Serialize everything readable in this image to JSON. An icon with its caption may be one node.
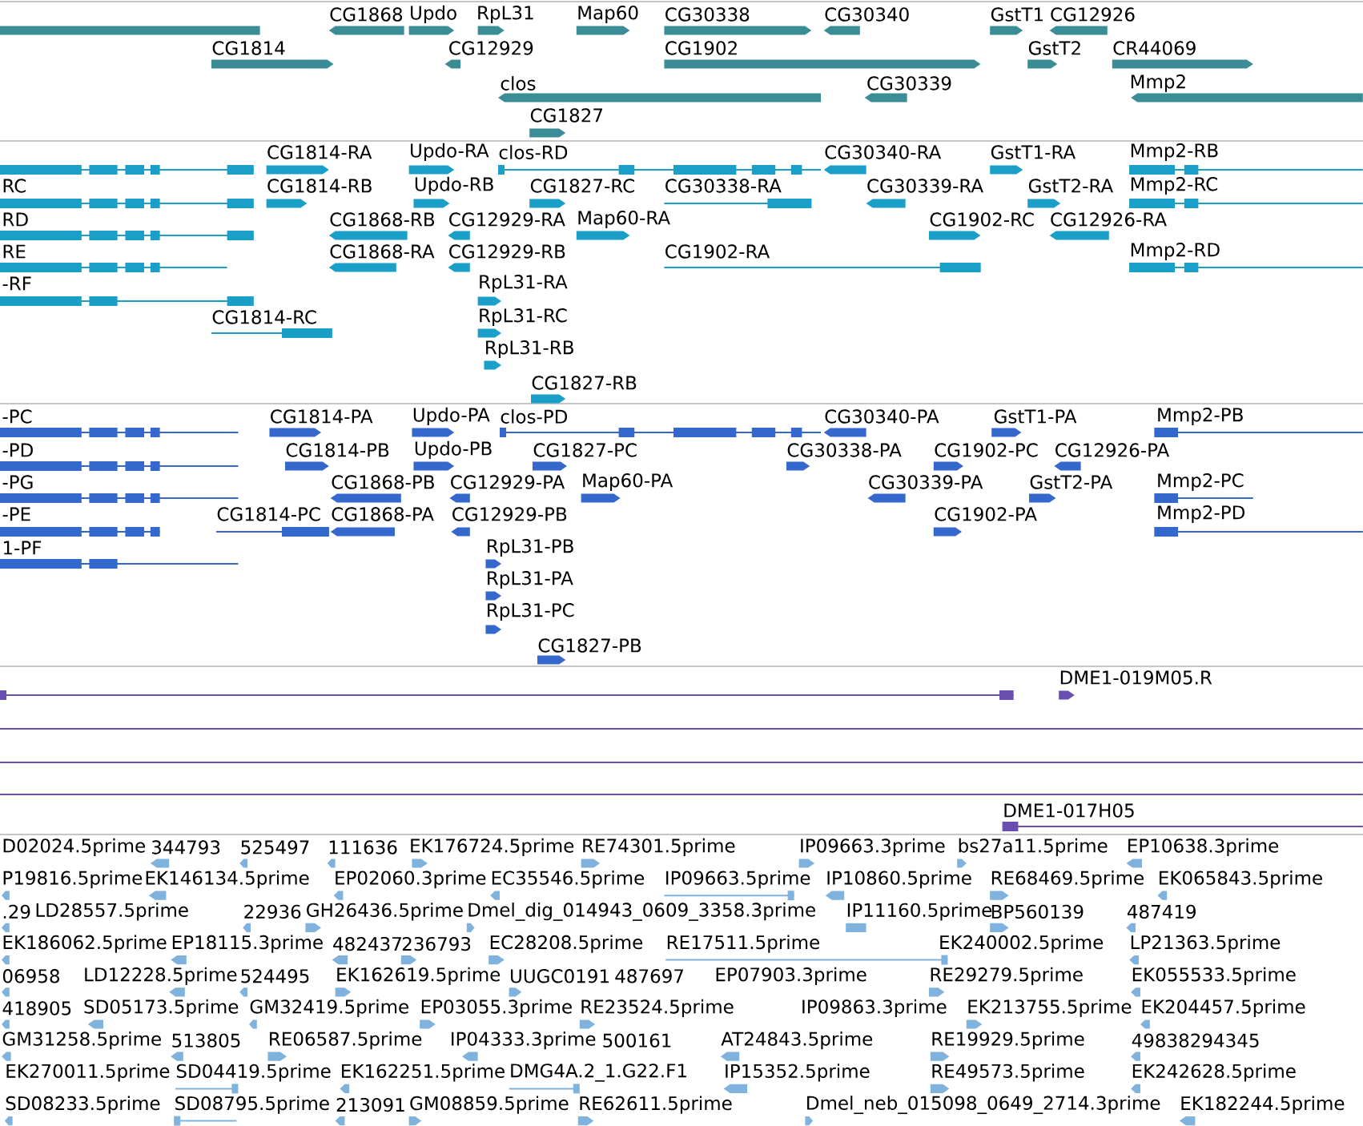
{
  "diagram": {
    "labels": [
      "CG1868",
      "Updo",
      "RpL31",
      "Map60",
      "CG30338",
      "CG30340",
      "GstT1",
      "CG12926",
      "CG1814",
      "CG12929",
      "CG1902",
      "GstT2",
      "CR44069",
      "clos",
      "CG30339",
      "Mmp2",
      "CG1827",
      "CG1814-RA",
      "Updo-RA",
      "clos-RD",
      "CG30340-RA",
      "GstT1-RA",
      "Mmp2-RB",
      "RC",
      "CG1814-RB",
      "Updo-RB",
      "CG1827-RC",
      "CG30338-RA",
      "CG30339-RA",
      "GstT2-RA",
      "Mmp2-RC",
      "RD",
      "CG1868-RB",
      "CG12929-RA",
      "Map60-RA",
      "CG1902-RC",
      "CG12926-RA",
      "RE",
      "CG1868-RA",
      "CG12929-RB",
      "CG1902-RA",
      "Mmp2-RD",
      "-RF",
      "RpL31-RA",
      "CG1814-RC",
      "RpL31-RC",
      "RpL31-RB",
      "CG1827-RB",
      "-PC",
      "CG1814-PA",
      "Updo-PA",
      "clos-PD",
      "CG30340-PA",
      "GstT1-PA",
      "Mmp2-PB",
      "-PD",
      "CG1814-PB",
      "Updo-PB",
      "CG1827-PC",
      "CG30338-PA",
      "CG1902-PC",
      "CG12926-PA",
      "-PG",
      "CG1868-PB",
      "CG12929-PA",
      "Map60-PA",
      "CG30339-PA",
      "GstT2-PA",
      "Mmp2-PC",
      "-PE",
      "CG1814-PC",
      "CG1868-PA",
      "CG12929-PB",
      "CG1902-PA",
      "Mmp2-PD",
      "1-PF",
      "RpL31-PB",
      "RpL31-PA",
      "RpL31-PC",
      "CG1827-PB",
      "DME1-019M05.R",
      "DME1-017H05",
      "D02024.5prime",
      "344793",
      "525497",
      "111636",
      "EK176724.5prime",
      "RE74301.5prime",
      "IP09663.3prime",
      "bs27a11.5prime",
      "EP10638.3prime",
      "P19816.5prime",
      "EK146134.5prime",
      "EP02060.3prime",
      "EC35546.5prime",
      "IP09663.5prime",
      "IP10860.5prime",
      "RE68469.5prime",
      "EK065843.5prime",
      ".29",
      "LD28557.5prime",
      "22936",
      "GH26436.5prime",
      "Dmel_dig_014943_0609_3358.3prime",
      "IP11160.5prime",
      "BP560139",
      "487419",
      "EK186062.5prime",
      "EP18115.3prime",
      "482437",
      "236793",
      "EC28208.5prime",
      "RE17511.5prime",
      "EK240002.5prime",
      "LP21363.5prime",
      "06958",
      "LD12228.5prime",
      "524495",
      "EK162619.5prime",
      "UUGC0191",
      "487697",
      "EP07903.3prime",
      "RE29279.5prime",
      "EK055533.5prime",
      "418905",
      "SD05173.5prime",
      "GM32419.5prime",
      "EP03055.3prime",
      "RE23524.5prime",
      "IP09863.3prime",
      "EK213755.5prime",
      "EK204457.5prime",
      "GM31258.5prime",
      "513805",
      "RE06587.5prime",
      "IP04333.3prime",
      "500161",
      "AT24843.5prime",
      "RE19929.5prime",
      "49838294345",
      "EK270011.5prime",
      "SD04419.5prime",
      "EK162251.5prime",
      "DMG4A.2_1.G22.F1",
      "IP15352.5prime",
      "RE49573.5prime",
      "EK242628.5prime",
      "SD08233.5prime",
      "SD08795.5prime",
      "213091",
      "GM08859.5prime",
      "RE62611.5prime",
      "Dmel_neb_015098_0649_2714.3prime",
      "EK182244.5prime"
    ]
  }
}
